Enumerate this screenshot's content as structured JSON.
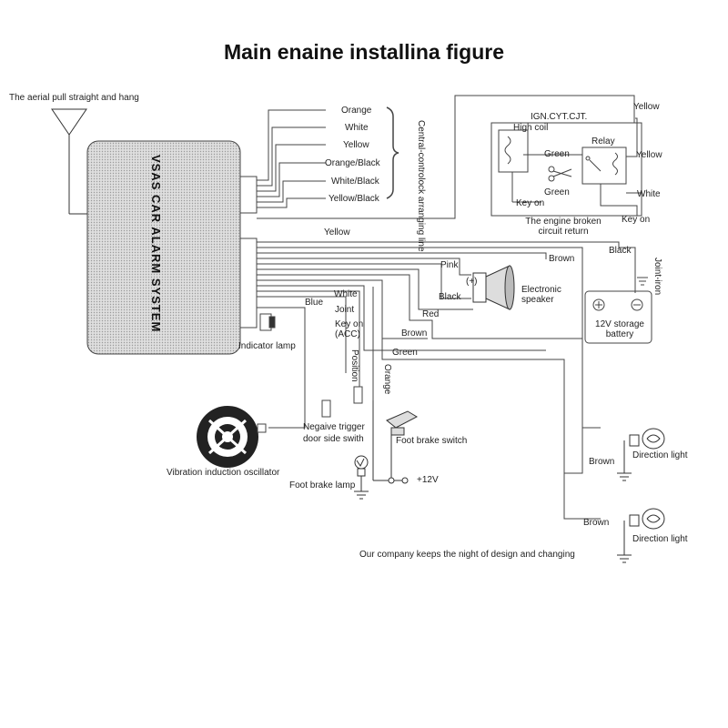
{
  "title": "Main enaine installina figure",
  "aerial_label": "The aerial pull straight and hang",
  "unit_label": "VSAS CAR ALARM SYSTEM",
  "central_lock": {
    "label": "Central-controlock arranging line",
    "wires": [
      "Orange",
      "White",
      "Yellow",
      "Orange/Black",
      "White/Black",
      "Yellow/Black"
    ]
  },
  "ign_box": {
    "title": "IGN.CYT.CJT.",
    "high_coil": "High coil",
    "green_top": "Green",
    "relay": "Relay",
    "green_bottom": "Green",
    "key_on_inner": "Key on",
    "caption": "The engine broken circuit return",
    "yellow_top": "Yellow",
    "yellow_mid": "Yellow",
    "white": "White",
    "key_on": "Key on"
  },
  "wires": {
    "yellow": "Yellow",
    "black": "Black",
    "brown_top": "Brown",
    "pink": "Pink",
    "plus": "(+)",
    "black_speaker": "Black",
    "red": "Red",
    "brown_mid": "Brown",
    "green": "Green",
    "blue": "Blue",
    "white": "White",
    "joint": "Joint",
    "key_on_acc": "Key on (ACC)",
    "position": "Position",
    "orange": "Orange",
    "brown_dl1": "Brown",
    "brown_dl2": "Brown"
  },
  "components": {
    "electronic_speaker": "Electronic speaker",
    "battery": "12V storage battery",
    "joint_iron": "Joint-iron",
    "indicator_lamp": "Indicator lamp",
    "negative_trigger": "Negaive trigger door side swith",
    "vibration": "Vibration induction oscillator",
    "foot_brake_switch": "Foot brake switch",
    "foot_brake_lamp": "Foot brake lamp",
    "plus12v": "+12V",
    "direction_light_1": "Direction light",
    "direction_light_2": "Direction light"
  },
  "footer": "Our company keeps the night of design and changing"
}
